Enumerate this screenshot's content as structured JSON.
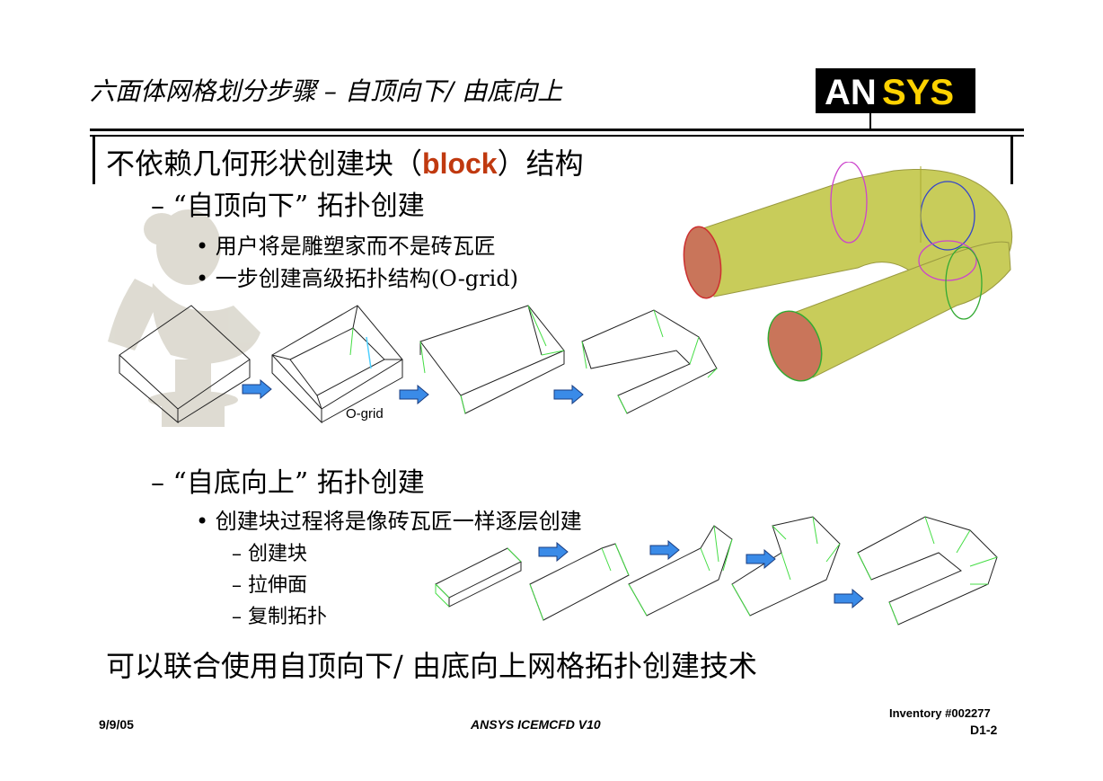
{
  "header": {
    "title": "六面体网格划分步骤 – 自顶向下/ 由底向上",
    "logo_text": "ANSYS"
  },
  "main_heading": {
    "before": "不依赖几何形状创建块（",
    "highlight": "block",
    "after": "）结构"
  },
  "section_top_down": {
    "title": "– “自顶向下” 拓扑创建",
    "bullets": [
      "• 用户将是雕塑家而不是砖瓦匠",
      "• 一步创建高级拓扑结构(O-grid)"
    ],
    "ogrid_label": "O-grid"
  },
  "section_bottom_up": {
    "title": "– “自底向上” 拓扑创建",
    "bullet": "• 创建块过程将是像砖瓦匠一样逐层创建",
    "sub_items": [
      "– 创建块",
      "– 拉伸面",
      "– 复制拓扑"
    ]
  },
  "bottom_heading": "可以联合使用自顶向下/ 由底向上网格拓扑创建技术",
  "footer": {
    "date": "9/9/05",
    "product": "ANSYS ICEMCFD V10",
    "inventory": "Inventory #002277",
    "page": "D1-2"
  },
  "colors": {
    "accent": "#c0390f",
    "arrow": "#3a8be8",
    "pipe": "#c8cc5a",
    "pipe_end": "#c9755a",
    "block_green": "#44dd44"
  }
}
